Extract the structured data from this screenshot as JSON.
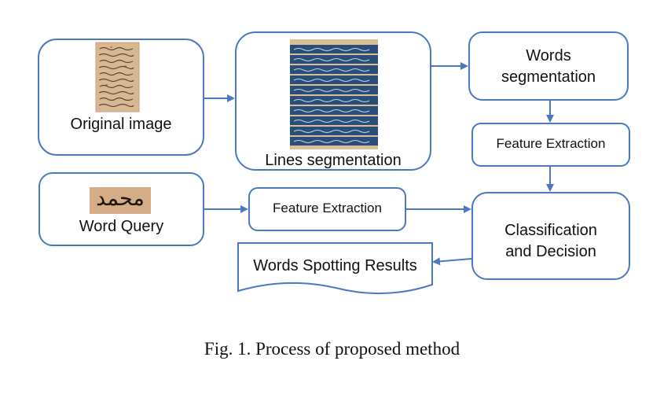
{
  "diagram": {
    "nodes": {
      "original_image": {
        "label": "Original image"
      },
      "lines_segmentation": {
        "label": "Lines segmentation"
      },
      "words_segmentation": {
        "label_line1": "Words",
        "label_line2": "segmentation"
      },
      "feature_extraction_right": {
        "label": "Feature Extraction"
      },
      "word_query": {
        "label": "Word Query",
        "arabic_word": "محمد"
      },
      "feature_extraction_left": {
        "label": "Feature Extraction"
      },
      "classification": {
        "label_line1": "Classification",
        "label_line2": "and Decision"
      },
      "results": {
        "label": "Words Spotting Results"
      }
    },
    "edges": [
      {
        "from": "Original image",
        "to": "Lines segmentation"
      },
      {
        "from": "Lines segmentation",
        "to": "Words segmentation"
      },
      {
        "from": "Words segmentation",
        "to": "Feature Extraction"
      },
      {
        "from": "Feature Extraction",
        "to": "Classification and Decision"
      },
      {
        "from": "Word Query",
        "to": "Feature Extraction"
      },
      {
        "from": "Feature Extraction",
        "to": "Classification and Decision"
      },
      {
        "from": "Classification and Decision",
        "to": "Words Spotting Results"
      }
    ],
    "colors": {
      "border": "#4a78c2",
      "arrow": "#4a78c2",
      "manuscript_bg": "#d9b896",
      "lines_bg": "#2a4e7a"
    }
  },
  "caption": {
    "text": "Fig. 1.   Process of proposed method"
  }
}
